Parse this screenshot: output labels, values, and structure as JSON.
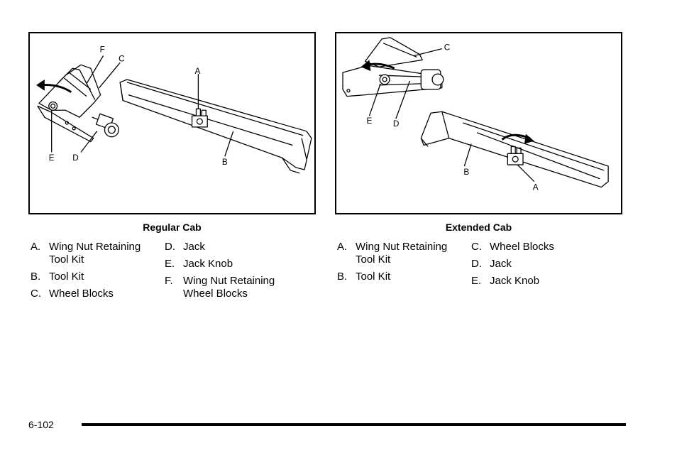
{
  "regular_cab": {
    "caption": "Regular Cab",
    "callouts": {
      "a": "A",
      "b": "B",
      "c": "C",
      "d": "D",
      "e": "E",
      "f": "F"
    },
    "legend_col1": [
      {
        "letter": "A.",
        "text": "Wing Nut Retaining Tool Kit"
      },
      {
        "letter": "B.",
        "text": "Tool Kit"
      },
      {
        "letter": "C.",
        "text": "Wheel Blocks"
      }
    ],
    "legend_col2": [
      {
        "letter": "D.",
        "text": "Jack"
      },
      {
        "letter": "E.",
        "text": "Jack Knob"
      },
      {
        "letter": "F.",
        "text": "Wing Nut Retaining Wheel Blocks"
      }
    ]
  },
  "extended_cab": {
    "caption": "Extended Cab",
    "callouts": {
      "a": "A",
      "b": "B",
      "c": "C",
      "d": "D",
      "e": "E"
    },
    "legend_col1": [
      {
        "letter": "A.",
        "text": "Wing Nut Retaining Tool Kit"
      },
      {
        "letter": "B.",
        "text": "Tool Kit"
      }
    ],
    "legend_col2": [
      {
        "letter": "C.",
        "text": "Wheel Blocks"
      },
      {
        "letter": "D.",
        "text": "Jack"
      },
      {
        "letter": "E.",
        "text": "Jack Knob"
      }
    ]
  },
  "page_number": "6-102"
}
